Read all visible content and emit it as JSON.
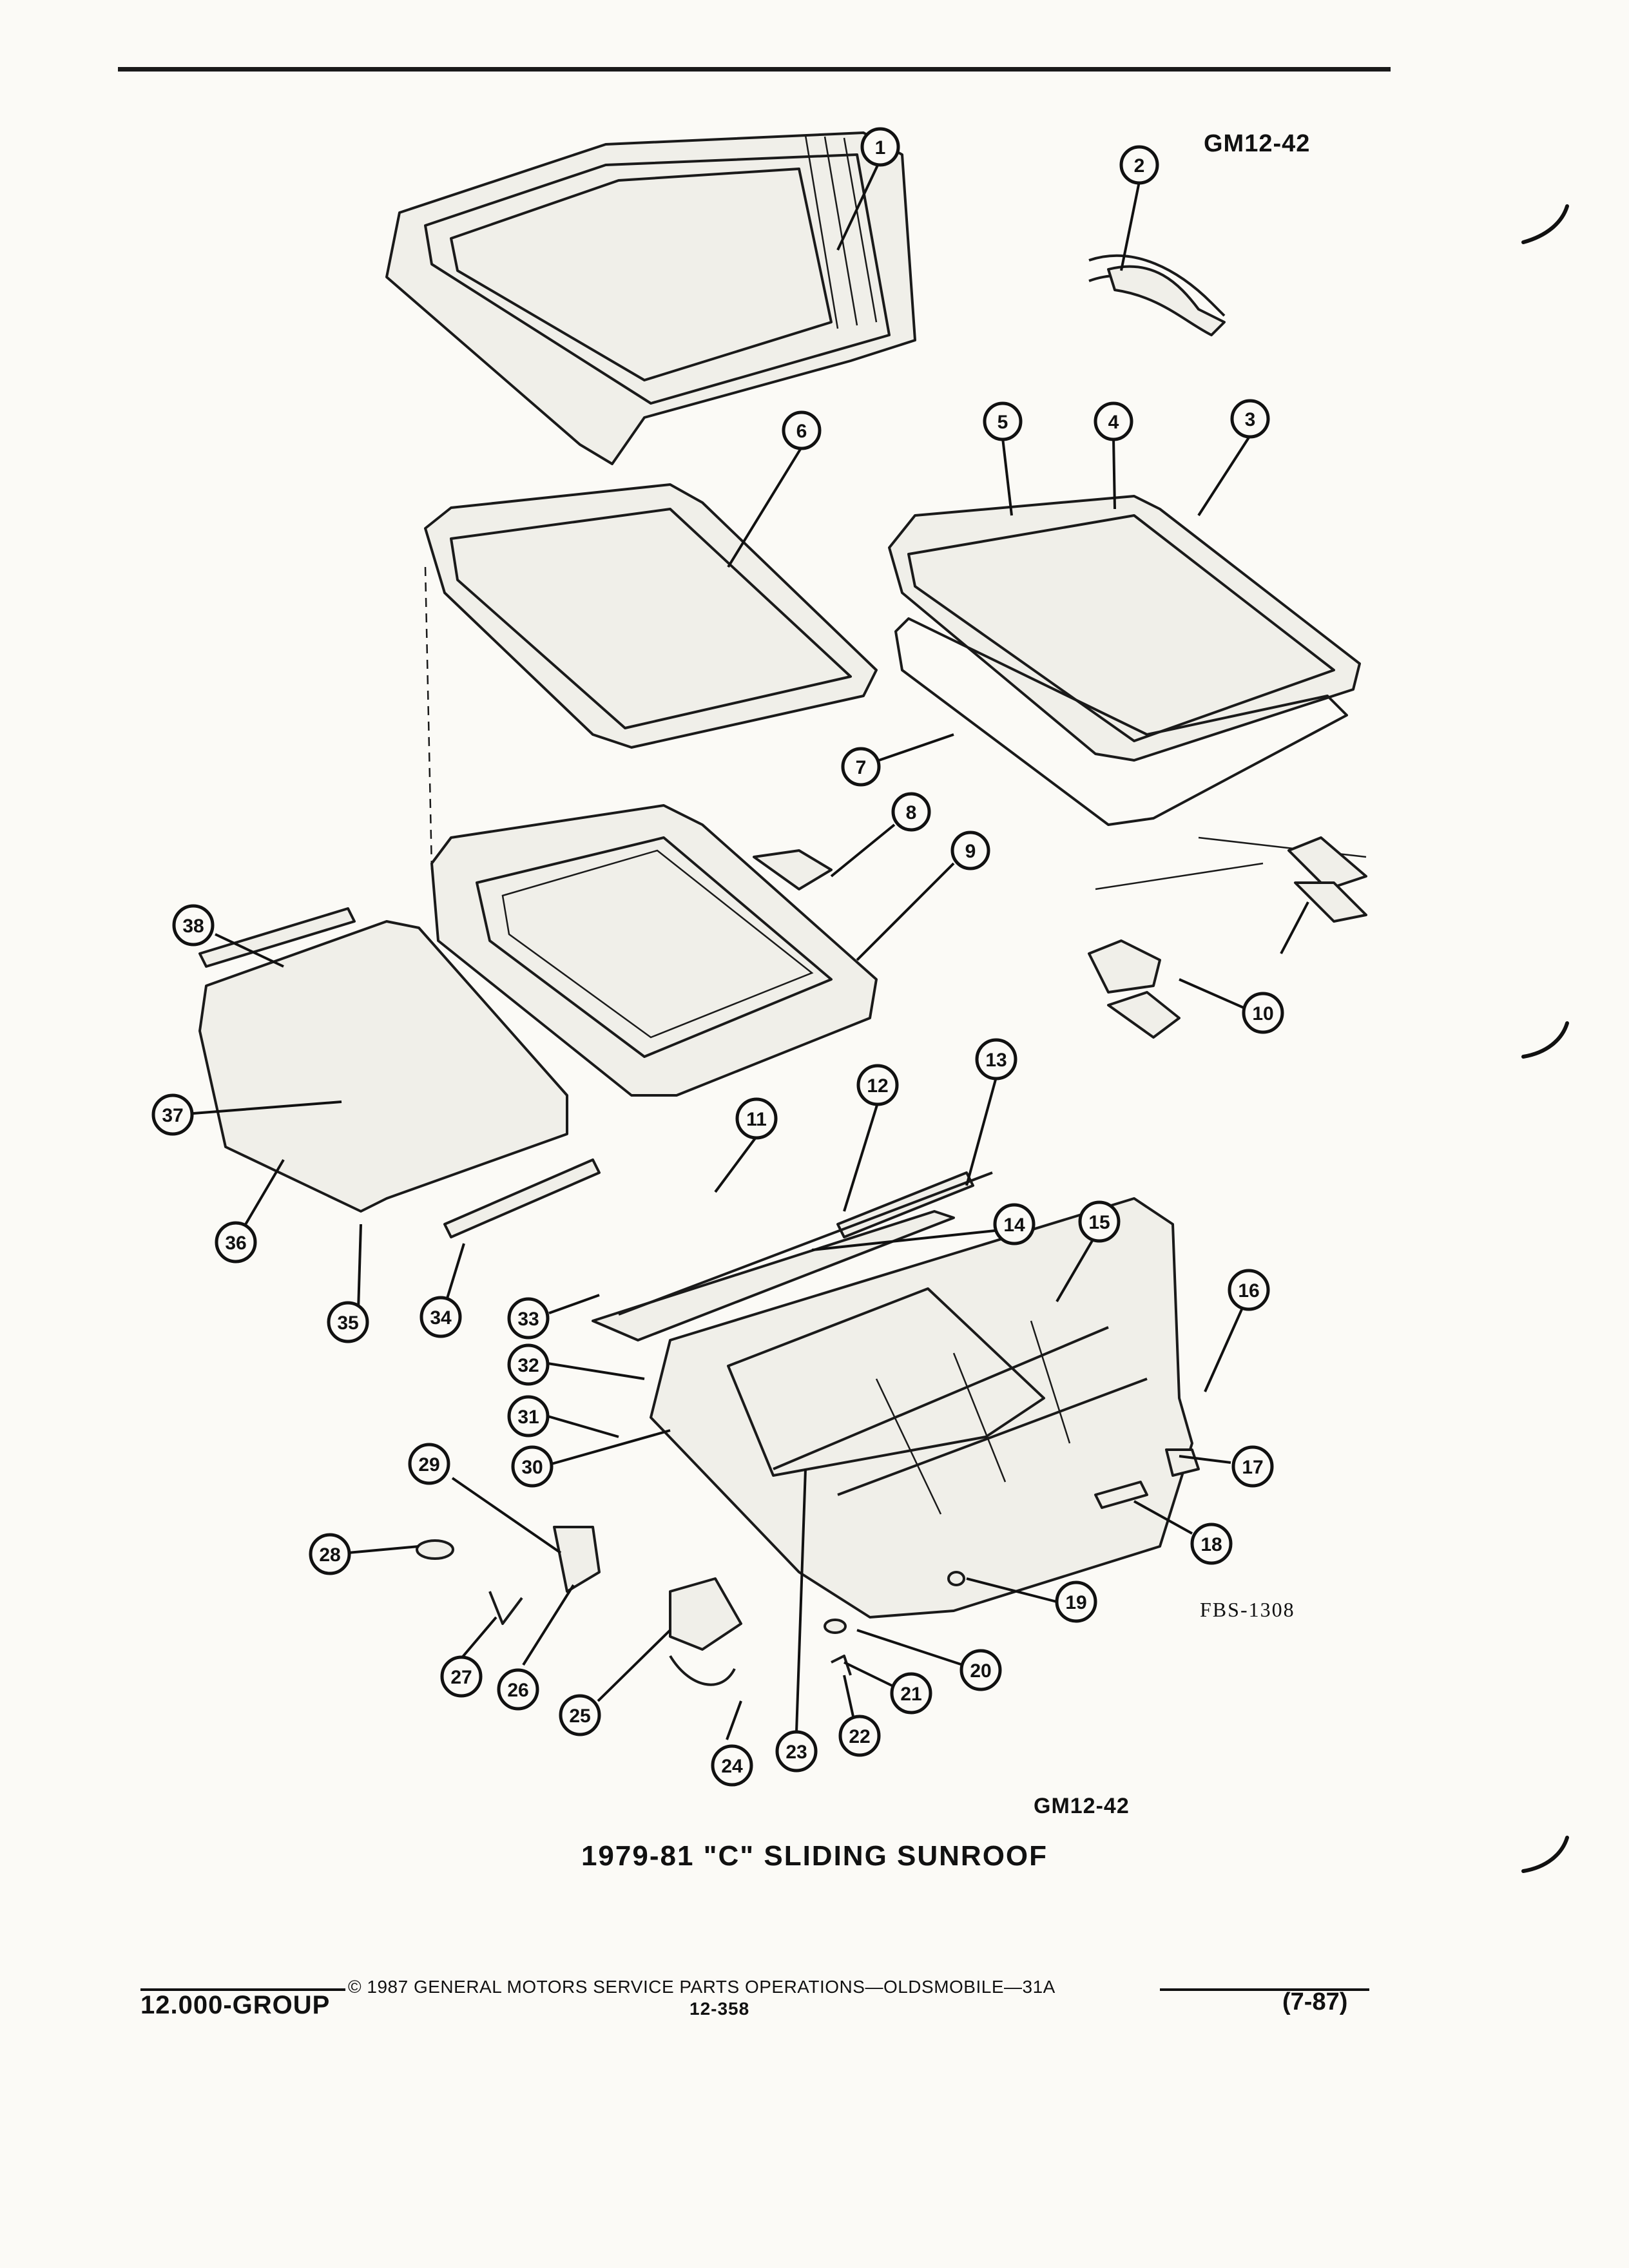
{
  "header": {
    "code_top": "GM12-42"
  },
  "figure": {
    "code_bottom": "GM12-42",
    "drawing_number": "FBS-1308",
    "caption": "1979-81 \"C\" SLIDING SUNROOF",
    "callouts": [
      "1",
      "2",
      "3",
      "4",
      "5",
      "6",
      "7",
      "8",
      "9",
      "10",
      "11",
      "12",
      "13",
      "14",
      "15",
      "16",
      "17",
      "18",
      "19",
      "20",
      "21",
      "22",
      "23",
      "24",
      "25",
      "26",
      "27",
      "28",
      "29",
      "30",
      "31",
      "32",
      "33",
      "34",
      "35",
      "36",
      "37",
      "38"
    ]
  },
  "footer": {
    "copyright": "© 1987 GENERAL MOTORS SERVICE PARTS OPERATIONS—OLDSMOBILE—31A",
    "group": "12.000-GROUP",
    "page": "12-358",
    "date": "(7-87)"
  }
}
